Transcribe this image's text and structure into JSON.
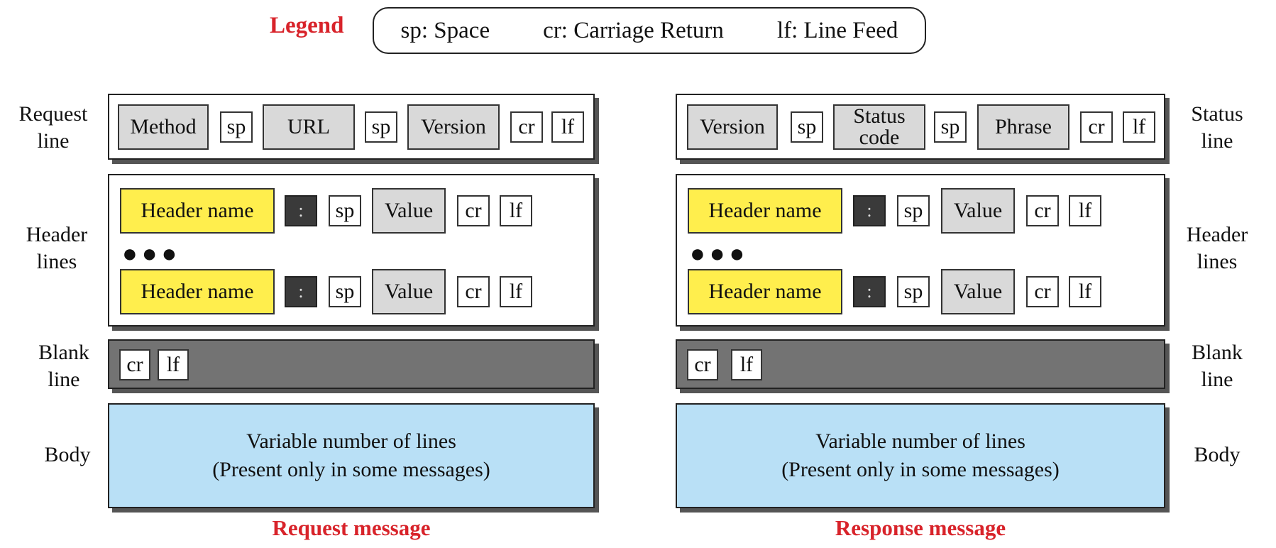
{
  "legend": {
    "title": "Legend",
    "items": [
      "sp: Space",
      "cr: Carriage Return",
      "lf: Line Feed"
    ]
  },
  "labels": {
    "request_line": "Request\nline",
    "status_line": "Status\nline",
    "header_lines": "Header\nlines",
    "blank_line": "Blank\nline",
    "body": "Body"
  },
  "request": {
    "line": [
      "Method",
      "sp",
      "URL",
      "sp",
      "Version",
      "cr",
      "lf"
    ],
    "header": [
      "Header name",
      ":",
      "sp",
      "Value",
      "cr",
      "lf"
    ],
    "dots": "●●●",
    "blank": [
      "cr",
      "lf"
    ],
    "body_lines": [
      "Variable number of lines",
      "(Present only in some messages)"
    ],
    "caption": "Request message"
  },
  "response": {
    "line": [
      "Version",
      "sp",
      "Status\ncode",
      "sp",
      "Phrase",
      "cr",
      "lf"
    ],
    "header": [
      "Header name",
      ":",
      "sp",
      "Value",
      "cr",
      "lf"
    ],
    "dots": "●●●",
    "blank": [
      "cr",
      "lf"
    ],
    "body_lines": [
      "Variable number of lines",
      "(Present only in some messages)"
    ],
    "caption": "Response message"
  },
  "colors": {
    "accent_red": "#d8232a",
    "field_grey": "#d9d9d9",
    "header_yellow": "#ffee4d",
    "blank_line_grey": "#737373",
    "body_blue": "#b9e0f6"
  }
}
